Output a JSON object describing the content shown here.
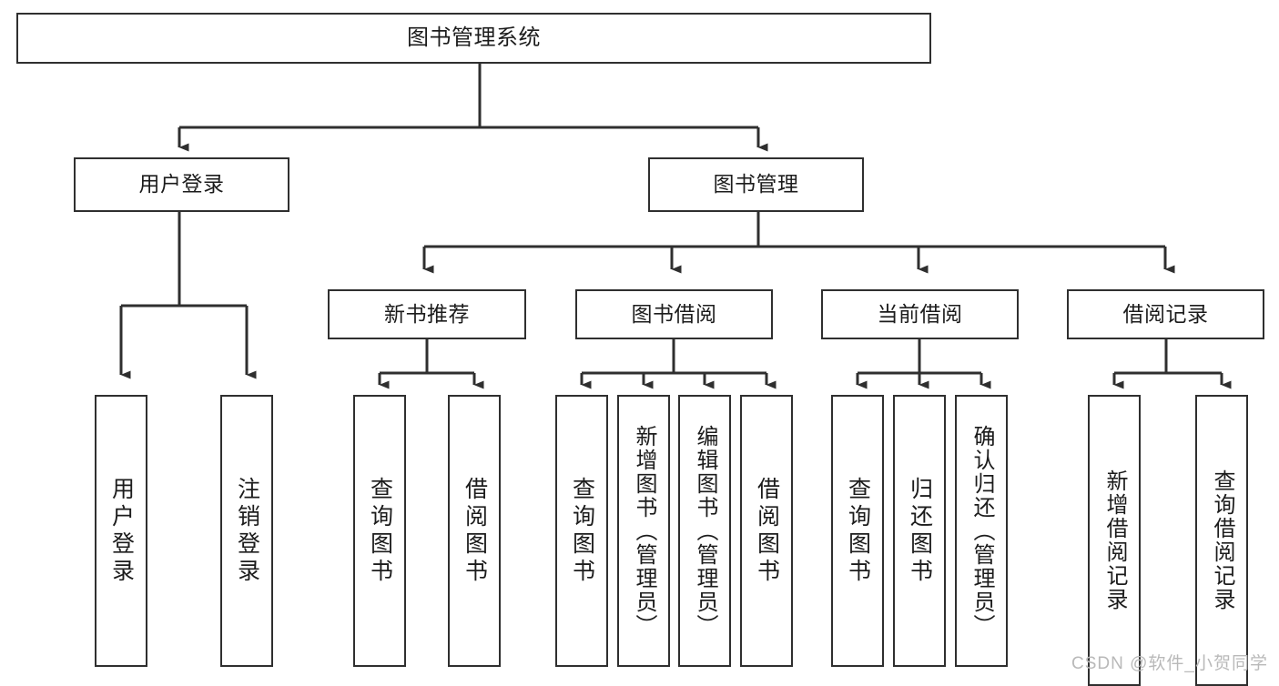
{
  "diagram": {
    "type": "tree",
    "title": "图书管理系统",
    "orientation": "top-down",
    "colors": {
      "box_border": "#2f2f2f",
      "box_fill": "#ffffff",
      "connector": "#2f2f2f",
      "text": "#1c1c1c",
      "watermark": "#b9b9b9"
    },
    "root": {
      "label": "图书管理系统"
    },
    "level2": [
      {
        "label": "用户登录"
      },
      {
        "label": "图书管理"
      }
    ],
    "level3": [
      {
        "label": "新书推荐"
      },
      {
        "label": "图书借阅"
      },
      {
        "label": "当前借阅"
      },
      {
        "label": "借阅记录"
      }
    ],
    "leaves": {
      "user_login": [
        {
          "label": "用户登录"
        },
        {
          "label": "注销登录"
        }
      ],
      "new_book_recommend": [
        {
          "label": "查询图书"
        },
        {
          "label": "借阅图书"
        }
      ],
      "book_borrow": [
        {
          "label": "查询图书"
        },
        {
          "label": "新增图书（管理员）"
        },
        {
          "label": "编辑图书（管理员）"
        },
        {
          "label": "借阅图书"
        }
      ],
      "current_borrow": [
        {
          "label": "查询图书"
        },
        {
          "label": "归还图书"
        },
        {
          "label": "确认归还（管理员）"
        }
      ],
      "borrow_record": [
        {
          "label": "新增借阅记录"
        },
        {
          "label": "查询借阅记录"
        }
      ]
    }
  },
  "watermark": {
    "text": "CSDN @软件_小贺同学"
  }
}
